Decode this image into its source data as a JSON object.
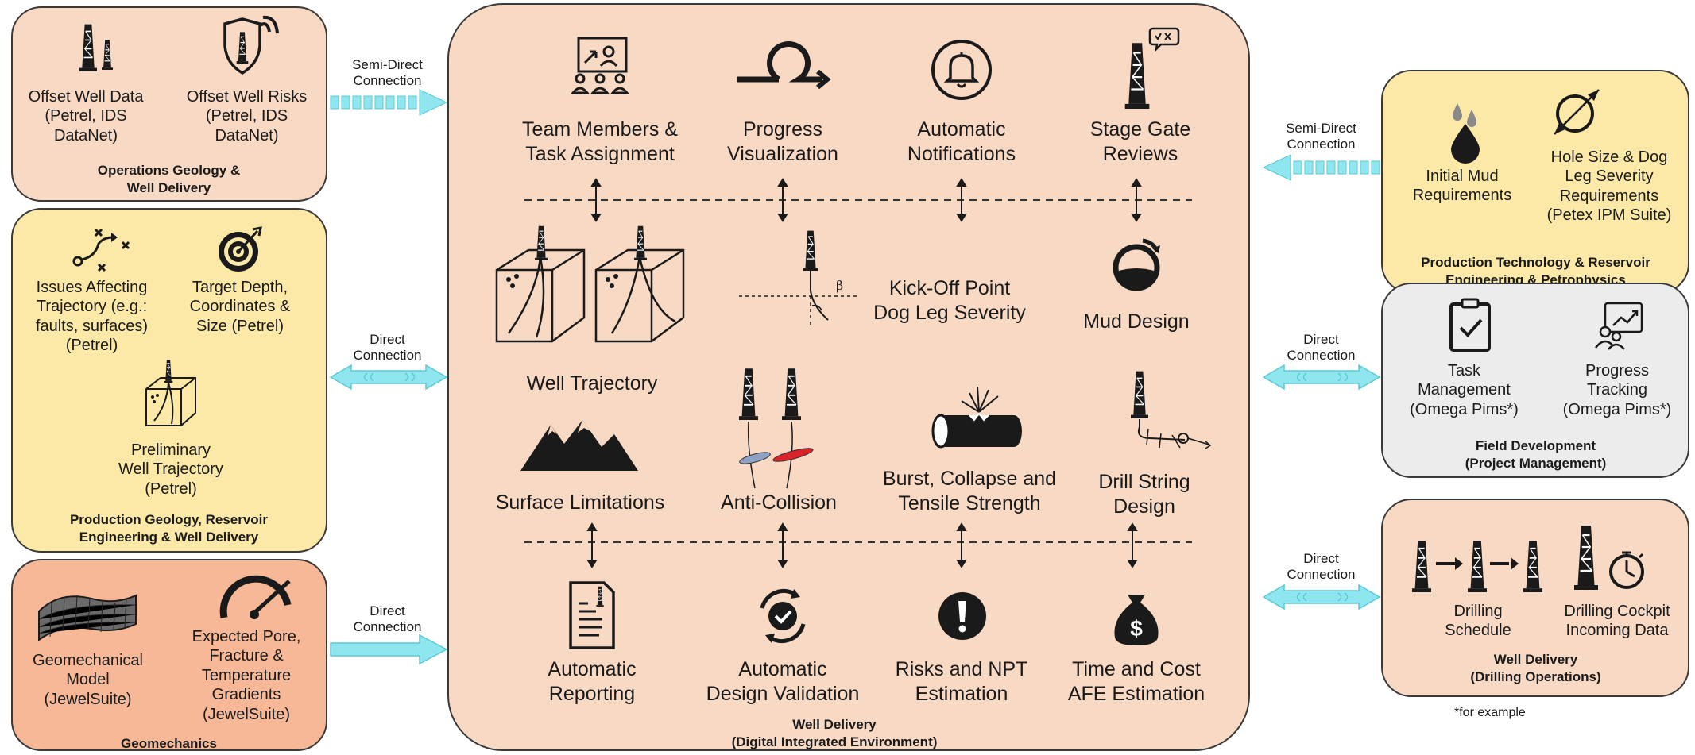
{
  "center": {
    "title_line1": "Well Delivery",
    "title_line2": "(Digital Integrated Environment)",
    "row1": [
      {
        "l1": "Team Members &",
        "l2": "Task Assignment",
        "icon": "team-presentation-icon"
      },
      {
        "l1": "Progress",
        "l2": "Visualization",
        "icon": "progress-loop-arrow-icon"
      },
      {
        "l1": "Automatic",
        "l2": "Notifications",
        "icon": "bell-icon"
      },
      {
        "l1": "Stage Gate",
        "l2": "Reviews",
        "icon": "rig-review-icon"
      }
    ],
    "row2": [
      {
        "l1": "Well Trajectory",
        "icon": "trajectory-cube-icon"
      },
      {
        "l1": "Kick-Off Point",
        "l2": "Dog Leg Severity",
        "icon": "kick-off-rig-icon",
        "angle": "β"
      },
      {
        "l1": "Mud Design",
        "icon": "mud-flask-icon"
      }
    ],
    "row3": [
      {
        "l1": "Surface Limitations",
        "icon": "mountains-icon"
      },
      {
        "l1": "Anti-Collision",
        "icon": "anti-collision-rigs-icon"
      },
      {
        "l1": "Burst, Collapse and",
        "l2": "Tensile Strength",
        "icon": "burst-pipe-icon"
      },
      {
        "l1": "Drill String",
        "l2": "Design",
        "icon": "drill-string-icon"
      }
    ],
    "row4": [
      {
        "l1": "Automatic",
        "l2": "Reporting",
        "icon": "report-document-icon"
      },
      {
        "l1": "Automatic",
        "l2": "Design Validation",
        "icon": "validation-check-icon"
      },
      {
        "l1": "Risks and NPT",
        "l2": "Estimation",
        "icon": "exclamation-icon"
      },
      {
        "l1": "Time and Cost",
        "l2": "AFE Estimation",
        "icon": "money-bag-icon"
      }
    ]
  },
  "boxes": {
    "ops_geology": {
      "title_line1": "Operations Geology &",
      "title_line2": "Well Delivery",
      "items": [
        {
          "l1": "Offset Well Data",
          "l2": "(Petrel, IDS",
          "l3": "DataNet)",
          "icon": "two-rigs-icon"
        },
        {
          "l1": "Offset Well Risks",
          "l2": "(Petrel, IDS",
          "l3": "DataNet)",
          "icon": "rig-shield-signal-icon"
        }
      ],
      "connection_l1": "Semi-Direct",
      "connection_l2": "Connection"
    },
    "prod_geology": {
      "title_line1": "Production Geology, Reservoir",
      "title_line2": "Engineering & Well Delivery",
      "items": [
        {
          "l1": "Issues Affecting",
          "l2": "Trajectory (e.g.:",
          "l3": "faults, surfaces)",
          "l4": "(Petrel)",
          "icon": "play-diagram-icon"
        },
        {
          "l1": "Target Depth,",
          "l2": "Coordinates &",
          "l3": "Size (Petrel)",
          "icon": "target-icon"
        },
        {
          "l1": "Preliminary",
          "l2": "Well Trajectory",
          "l3": "(Petrel)",
          "icon": "small-trajectory-cube-icon"
        }
      ],
      "connection_l1": "Direct",
      "connection_l2": "Connection"
    },
    "geomechanics": {
      "title": "Geomechanics",
      "items": [
        {
          "l1": "Geomechanical",
          "l2": "Model",
          "l3": "(JewelSuite)",
          "icon": "mesh-model-icon"
        },
        {
          "l1": "Expected Pore,",
          "l2": "Fracture &",
          "l3": "Temperature",
          "l4": "Gradients",
          "l5": "(JewelSuite)",
          "icon": "gauge-icon"
        }
      ],
      "connection_l1": "Direct",
      "connection_l2": "Connection"
    },
    "prod_tech": {
      "title_line1": "Production Technology & Reservoir",
      "title_line2": "Engineering & Petrophysics",
      "items": [
        {
          "l1": "Initial Mud",
          "l2": "Requirements",
          "icon": "drops-icon"
        },
        {
          "l1": "Hole Size & Dog",
          "l2": "Leg Severity",
          "l3": "Requirements",
          "l4": "(Petex IPM Suite)",
          "icon": "diameter-icon"
        }
      ],
      "connection_l1": "Semi-Direct",
      "connection_l2": "Connection"
    },
    "field_dev": {
      "title_line1": "Field Development",
      "title_line2": "(Project Management)",
      "items": [
        {
          "l1": "Task",
          "l2": "Management",
          "l3": "(Omega Pims*)",
          "icon": "clipboard-check-icon"
        },
        {
          "l1": "Progress",
          "l2": "Tracking",
          "l3": "(Omega Pims*)",
          "icon": "people-chart-icon"
        }
      ],
      "connection_l1": "Direct",
      "connection_l2": "Connection"
    },
    "well_delivery_ops": {
      "title_line1": "Well Delivery",
      "title_line2": "(Drilling Operations)",
      "items": [
        {
          "l1": "Drilling",
          "l2": "Schedule",
          "icon": "rig-sequence-icon"
        },
        {
          "l1": "Drilling Cockpit",
          "l2": "Incoming Data",
          "icon": "rig-stopwatch-icon"
        }
      ],
      "connection_l1": "Direct",
      "connection_l2": "Connection"
    }
  },
  "footnote": "*for example",
  "colors": {
    "peach": "#f8d9c4",
    "yellow": "#fce9a8",
    "grey": "#ececec",
    "salmon": "#f6b896",
    "arrow": "#8fe6ee"
  }
}
